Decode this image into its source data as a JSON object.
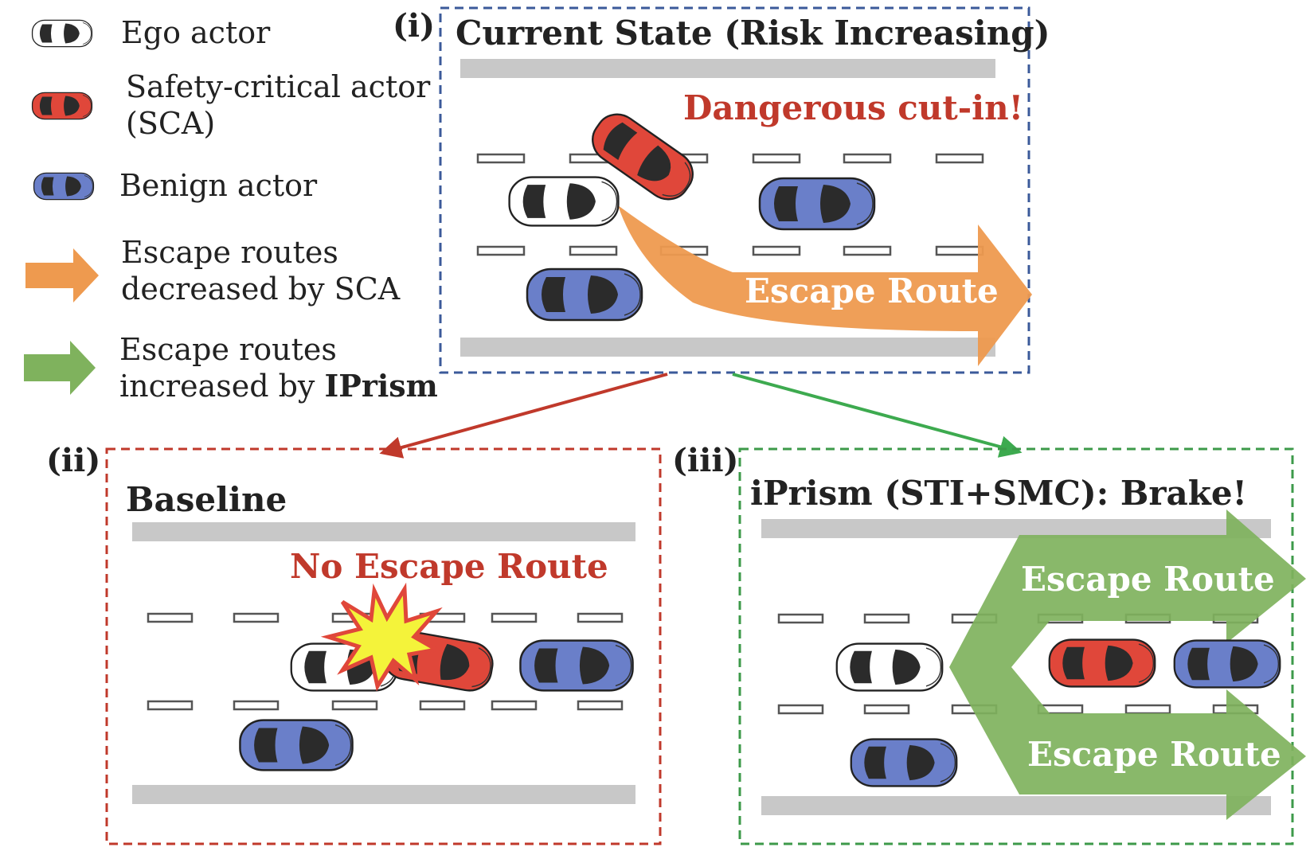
{
  "legend": {
    "ego": "Ego actor",
    "sca_line1": "Safety-critical actor",
    "sca_line2": "(SCA)",
    "benign": "Benign actor",
    "escape_dec_line1": "Escape routes",
    "escape_dec_line2": "decreased by SCA",
    "escape_inc_line1": "Escape routes",
    "escape_inc_line2_prefix": "increased by ",
    "escape_inc_line2_bold": "IPrism"
  },
  "panel_i": {
    "label": "(i)",
    "title": "Current State (Risk Increasing)",
    "warning": "Dangerous cut-in!",
    "route_label": "Escape Route"
  },
  "panel_ii": {
    "label": "(ii)",
    "title": "Baseline",
    "warning": "No Escape Route"
  },
  "panel_iii": {
    "label": "(iii)",
    "title": "iPrism (STI+SMC): Brake!",
    "route_label_top": "Escape Route",
    "route_label_bottom": "Escape Route"
  },
  "colors": {
    "ego": "#ffffff",
    "sca": "#e0473a",
    "benign": "#6a7fc9",
    "escape_decreased": "#ee9a4f",
    "escape_increased": "#7fb25d",
    "panel_i_border": "#3b5a9a",
    "panel_ii_border": "#c0392b",
    "panel_iii_border": "#3d9a4a",
    "road": "#c8c8c8"
  }
}
